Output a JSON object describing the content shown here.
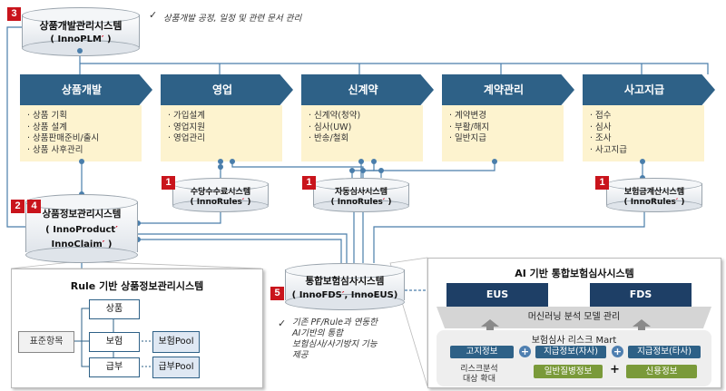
{
  "top_system": {
    "name": "상품개발관리시스템",
    "sub": "InnoPLM",
    "badge": "3"
  },
  "top_note": "상품개발 공정, 일정 및 관련 문서 관리",
  "stages": [
    {
      "label": "상품개발",
      "items": [
        "상품 기획",
        "상품 설계",
        "상품판매준비/출시",
        "상품 사후관리"
      ]
    },
    {
      "label": "영업",
      "items": [
        "가입설계",
        "영업지원",
        "영업관리"
      ]
    },
    {
      "label": "신계약",
      "items": [
        "신계약(청약)",
        "심사(UW)",
        "반송/철회"
      ]
    },
    {
      "label": "계약관리",
      "items": [
        "계약변경",
        "부활/해지",
        "일반지급"
      ]
    },
    {
      "label": "사고지급",
      "items": [
        "접수",
        "심사",
        "조사",
        "사고지급"
      ]
    }
  ],
  "rule_systems": [
    {
      "badge": "1",
      "name": "수당수수료시스템",
      "sub": "InnoRules"
    },
    {
      "badge": "1",
      "name": "자동심사시스템",
      "sub": "InnoRules"
    },
    {
      "badge": "1",
      "name": "보험금계산시스템",
      "sub": "InnoRules"
    }
  ],
  "product_info_system": {
    "badges": [
      "2",
      "4"
    ],
    "name": "상품정보관리시스템",
    "sub1": "InnoProduct",
    "sub2": "InnoClaim"
  },
  "integrated_system": {
    "badge": "5",
    "name": "통합보험심사시스템",
    "sub_a": "InnoFDS",
    "sub_b": ", InnoEUS)"
  },
  "integrated_note": [
    "기존 PF/Rule과 연동한",
    "AI기반의 통합",
    "보험심사/사기방지 기능",
    "제공"
  ],
  "left_panel": {
    "title": "Rule 기반 상품정보관리시스템",
    "std_item": "표준항목",
    "nodes": [
      "상품",
      "보험",
      "급부"
    ],
    "pools": [
      "보험Pool",
      "급부Pool"
    ]
  },
  "right_panel": {
    "title": "AI 기반 통합보험심사시스템",
    "eus": "EUS",
    "fds": "FDS",
    "ml": "머신러닝 분석 모델 관리",
    "mart": "보험심사 리스크 Mart",
    "chips": [
      "고지정보",
      "지급정보(자사)",
      "지급정보(타사)"
    ],
    "expand": [
      "리스크분석",
      "대상 확대"
    ],
    "green": [
      "일반질병정보",
      "신용정보"
    ]
  },
  "colors": {
    "chevron": "#2e6187",
    "stage_box": "#fdf3cf",
    "badge": "#c9141c",
    "navy": "#1e3f66",
    "green": "#7a9a3a"
  }
}
